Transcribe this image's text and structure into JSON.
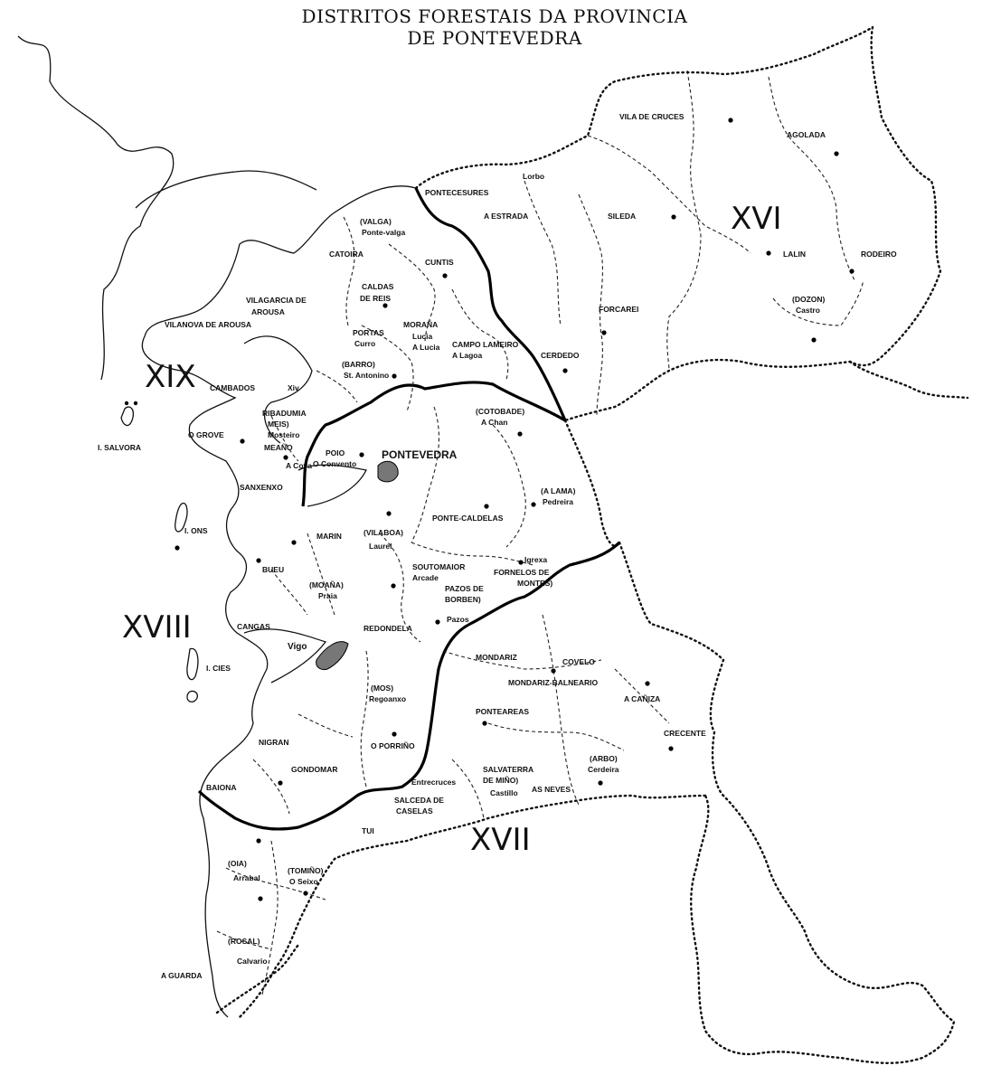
{
  "title_line1": "DISTRITOS FORESTAIS DA PROVINCIA",
  "title_line2": "DE PONTEVEDRA",
  "districts": {
    "xvi": "XVI",
    "xvii": "XVII",
    "xviii": "XVIII",
    "xix": "XIX"
  },
  "places": {
    "vila_de_cruces": "VILA DE CRUCES",
    "agolada": "AGOLADA",
    "lorbo": "Lorbo",
    "pontecesures": "PONTECESURES",
    "a_estrada": "A ESTRADA",
    "silleda": "SILEDA",
    "lalin": "LALIN",
    "rodeiro": "RODEIRO",
    "valga": "(VALGA)",
    "ponte_valga": "Ponte-valga",
    "catoira": "CATOIRA",
    "cuntis": "CUNTIS",
    "vilagarcia": "VILAGARCIA DE",
    "arousa": "AROUSA",
    "vilanova": "VILANOVA DE AROUSA",
    "caldas": "CALDAS",
    "de_reis": "DE REIS",
    "forcarei": "FORCAREI",
    "dozon": "(DOZON)",
    "castro": "Castro",
    "portas": "PORTAS",
    "curro": "Curro",
    "moraña": "MORAÑA",
    "a_lucia": "A Lucia",
    "santa_lucia": "Lucia",
    "campo_lameiro": "CAMPO LAMEIRO",
    "a_lagoa": "A Lagoa",
    "cerdedo": "CERDEDO",
    "barro": "(BARRO)",
    "san_antonino": "St. Antonino",
    "cambados": "CAMBADOS",
    "xiv": "Xiv",
    "cotobade": "(COTOBADE)",
    "a_chan": "A Chan",
    "ribadumia": "RIBADUMIA",
    "meis": "MEIS)",
    "mosteiro": "Mosteiro",
    "o_grove": "O GROVE",
    "sanxenxo": "SANXENXO",
    "meaño": "MEAÑO",
    "a_cova": "A Cova",
    "poio": "POIO",
    "o_convento": "O Convento",
    "pontevedra": "PONTEVEDRA",
    "i_salvora": "I. SALVORA",
    "a_lama": "(A LAMA)",
    "pedreira": "Pedreira",
    "ponte_caldelas": "PONTE-CALDELAS",
    "i_ons": "I. ONS",
    "marin": "MARIN",
    "vilaboa": "(VILABOA)",
    "laurel": "Laurel",
    "igrexa": "Igrexa",
    "fornelos": "FORNELOS DE",
    "montes": "MONTES)",
    "soutomaior": "SOUTOMAIOR",
    "arcade": "Arcade",
    "bueu": "BUEU",
    "moaña": "(MOAÑA)",
    "praia": "Praia",
    "pazos": "PAZOS DE",
    "borben": "BORBEN)",
    "pazos_town": "Pazos",
    "cangas": "CANGAS",
    "redondela": "REDONDELA",
    "i_cies": "I. CIES",
    "vigo": "Vigo",
    "mondariz": "MONDARIZ",
    "covelo": "COVELO",
    "mondariz_balneario": "MONDARIZ-BALNEARIO",
    "a_cañiza": "A CAÑIZA",
    "mos": "(MOS)",
    "regoanxo": "Regoanxo",
    "ponteareas": "PONTEAREAS",
    "crecente": "CRECENTE",
    "nigran": "NIGRAN",
    "o_porriño": "O PORRIÑO",
    "arbo": "(ARBO)",
    "cerdeira": "Cerdeira",
    "gondomar": "GONDOMAR",
    "salvaterra": "SALVATERRA",
    "de_miño": "DE MIÑO)",
    "castillo": "Castillo",
    "as_neves": "AS NEVES",
    "baiona": "BAIONA",
    "salceda": "SALCEDA DE",
    "caselas": "CASELAS",
    "entrecruces": "Entrecruces",
    "tui": "TUI",
    "oia": "(OIA)",
    "arrabal": "Arrabal",
    "tomiño": "(TOMIÑO)",
    "o_seixo": "O Seixo",
    "rosal": "(ROSAL)",
    "calvario": "Calvario",
    "a_guarda": "A GUARDA"
  }
}
